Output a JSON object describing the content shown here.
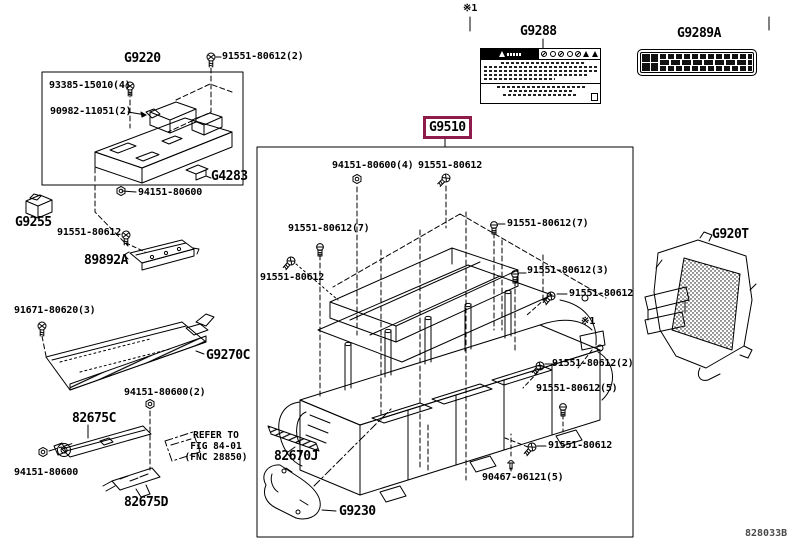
{
  "page": {
    "background": "#ffffff",
    "line_color": "#000000",
    "highlight_color": "#8e1b4a",
    "diagram_code": "828033B"
  },
  "icons": {
    "screw": "screw-icon",
    "nut": "nut-icon",
    "bolt": "bolt-icon",
    "clip": "clip-icon",
    "warning": "warning-triangle-icon"
  },
  "notes": {
    "top_marker": "※1",
    "mid_marker": "※1",
    "refer_line1": "REFER TO",
    "refer_line2": "FIG 84-01",
    "refer_line3": "(FNC 28850)"
  },
  "parts": {
    "g9220": "G9220",
    "g9255": "G9255",
    "g4283": "G4283",
    "ecu_89892a": "89892A",
    "g9270c": "G9270C",
    "bracket_82675c": "82675C",
    "bracket_82675d": "82675D",
    "g9288": "G9288",
    "g9289a": "G9289A",
    "g9510": "G9510",
    "strip_82670j": "82670J",
    "duct_g9230": "G9230",
    "g920t": "G920T"
  },
  "fasteners": {
    "screw_91551_2_top": "91551-80612(2)",
    "screw_93385": "93385-15010(4)",
    "clamp_90982": "90982-11051(2)",
    "nut_94151_top": "94151-80600",
    "screw_91551_left": "91551-80612",
    "screw_91671": "91671-80620(3)",
    "nut_94151_2": "94151-80600(2)",
    "nut_94151_bottom": "94151-80600",
    "nut_94151_4": "94151-80600(4)",
    "screw_91551_boxtop": "91551-80612",
    "bolt_91551_7_left": "91551-80612(7)",
    "screw_91551_midleft": "91551-80612",
    "bolt_91551_7_right": "91551-80612(7)",
    "bolt_91551_3": "91551-80612(3)",
    "screw_91551_right": "91551-80612",
    "screw_91551_2_right": "91551-80612(2)",
    "bolt_91551_5": "91551-80612(5)",
    "screw_91551_bottom": "91551-80612",
    "clip_90467": "90467-06121(5)"
  }
}
